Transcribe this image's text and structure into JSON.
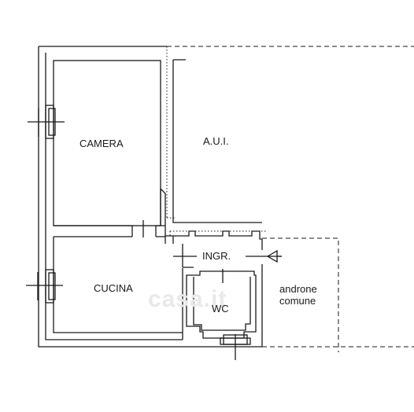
{
  "rooms": {
    "camera": "CAMERA",
    "aui": "A.U.I.",
    "ingresso": "INGR.",
    "cucina": "CUCINA",
    "wc": "WC",
    "androne": "androne comune"
  },
  "watermark": "casa.it",
  "colors": {
    "wall": "#1a1a1a",
    "background": "#ffffff",
    "watermark": "#e9e9e9"
  }
}
